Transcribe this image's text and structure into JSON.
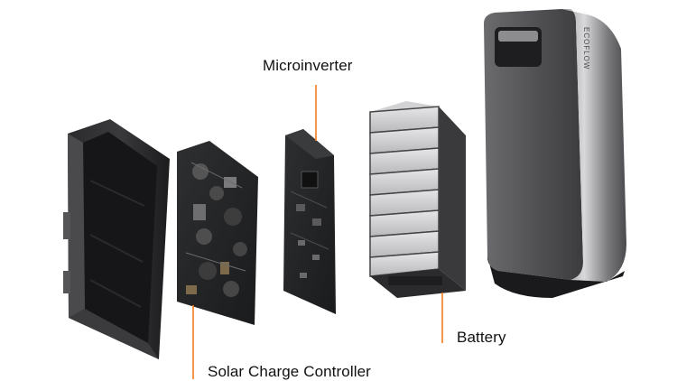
{
  "labels": {
    "microinverter": "Microinverter",
    "battery": "Battery",
    "solar_charge_controller": "Solar Charge Controller",
    "brand": "ECOFLOW"
  },
  "colors": {
    "leader": "#F47B20",
    "text": "#111111",
    "background": "#FFFFFF"
  }
}
